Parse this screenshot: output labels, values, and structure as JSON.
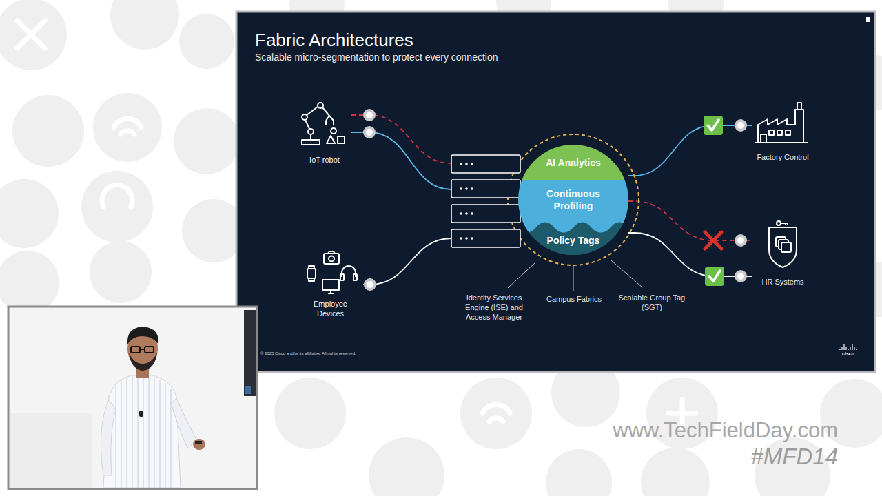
{
  "diagram": {
    "title": "Fabric Architectures",
    "nodes": [
      {
        "text": [
          "IoT robot"
        ]
      },
      {
        "text": [
          "Employee Devices"
        ]
      },
      {
        "text": [
          "AI Analytics"
        ]
      },
      {
        "text": [
          "Continuous Profiling"
        ]
      },
      {
        "text": [
          "Policy Tags"
        ]
      },
      {
        "text": [
          "Factory Control"
        ]
      },
      {
        "text": [
          "HR Systems"
        ]
      }
    ],
    "edges": [
      {
        "from": 0,
        "to": 2,
        "arrow": "none"
      },
      {
        "from": 0,
        "to": 3,
        "arrow": "none"
      },
      {
        "from": 1,
        "to": 4,
        "arrow": "none"
      },
      {
        "from": 2,
        "to": 5,
        "arrow": "none"
      },
      {
        "from": 3,
        "to": 6,
        "arrow": "none"
      },
      {
        "from": 4,
        "to": 6,
        "arrow": "none"
      }
    ],
    "labels": [
      "Scalable micro-segmentation to protect every connection",
      "Identity Services Engine (ISE) and Access Manager",
      "Campus Fabrics",
      "Scalable Group Tag (SGT)",
      "© 2025 Cisco and/or its affiliates. All rights reserved.",
      "cisco",
      "www.TechFieldDay.com",
      "#MFD14"
    ]
  }
}
